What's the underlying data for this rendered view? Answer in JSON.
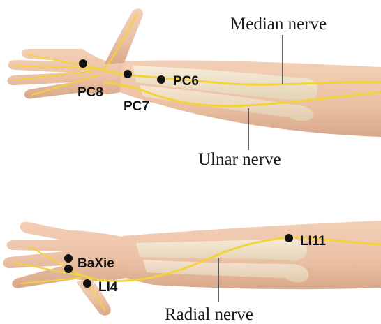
{
  "top_panel": {
    "labels": {
      "median": "Median nerve",
      "ulnar": "Ulnar nerve"
    },
    "points": {
      "pc8": "PC8",
      "pc7": "PC7",
      "pc6": "PC6"
    }
  },
  "bottom_panel": {
    "labels": {
      "radial": "Radial nerve"
    },
    "points": {
      "baxie": "BaXie",
      "li4": "LI4",
      "li11": "LI11"
    }
  },
  "colors": {
    "skin": "#ecc2a6",
    "skin_shadow": "#d9a88a",
    "bone": "#efe6cf",
    "nerve": "#f2d43a",
    "point": "#111111"
  }
}
